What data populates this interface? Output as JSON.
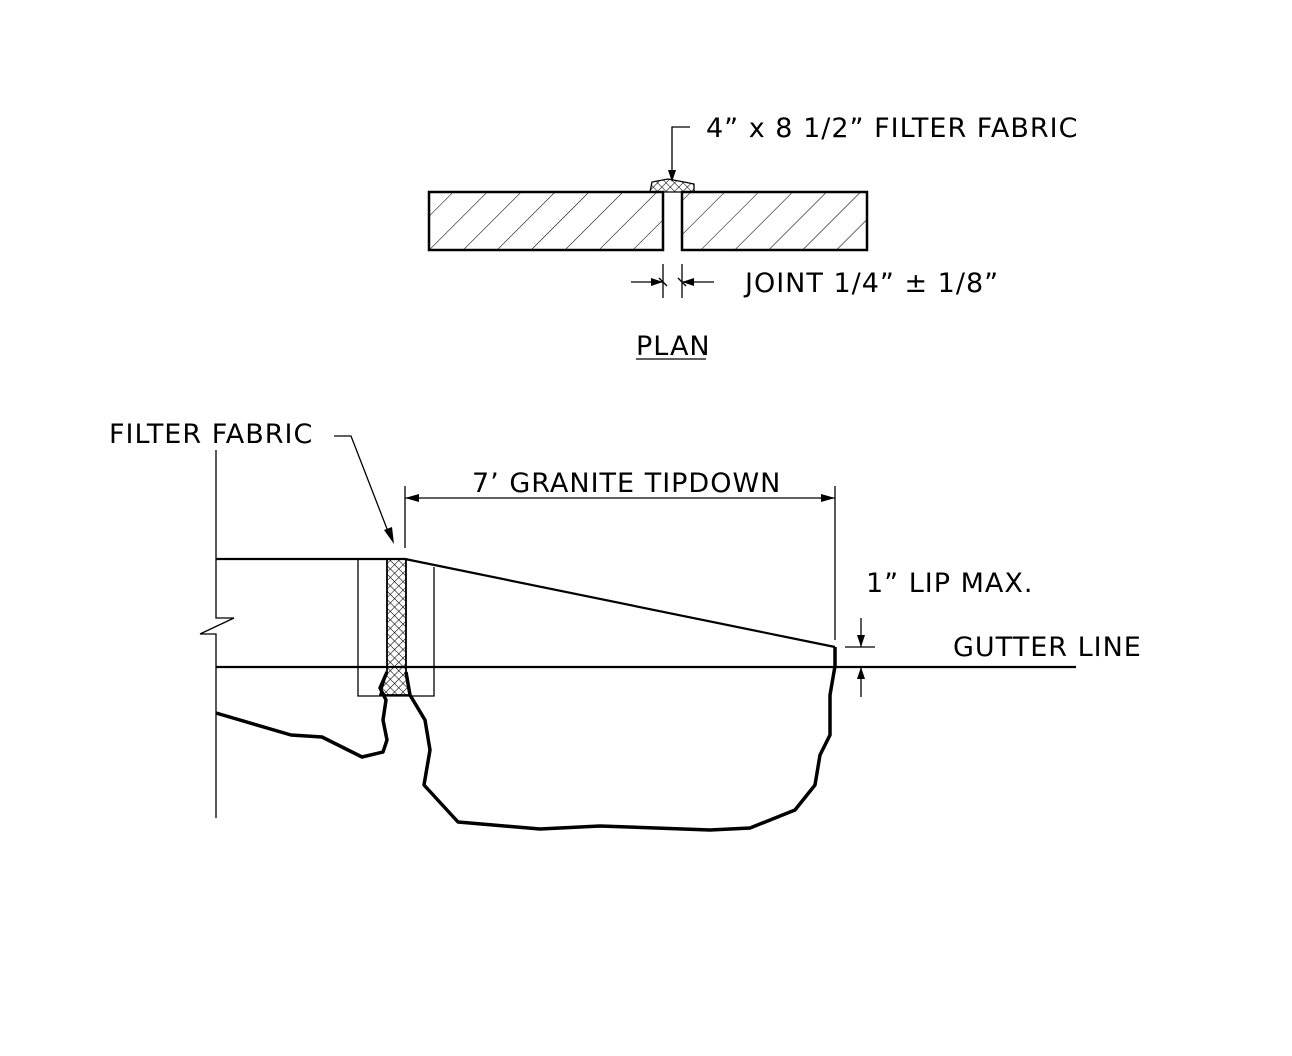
{
  "plan": {
    "fabric_label": "4” x 8 1/2” FILTER FABRIC",
    "joint_label": "JOINT 1/4” ± 1/8”",
    "title": "PLAN"
  },
  "section": {
    "fabric_label": "FILTER FABRIC",
    "tipdown_label": "7’ GRANITE TIPDOWN",
    "lip_label": "1” LIP MAX.",
    "gutter_label": "GUTTER LINE"
  }
}
